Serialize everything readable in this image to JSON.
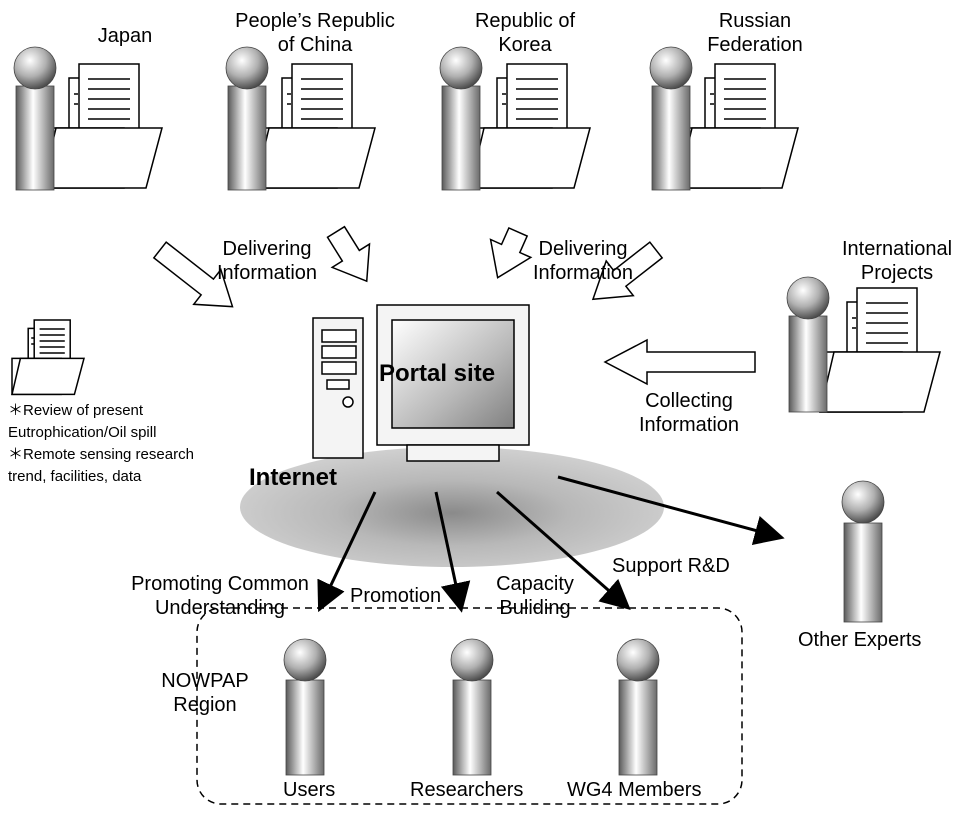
{
  "countries": {
    "japan": "Japan",
    "china_line1": "People’s Republic",
    "china_line2": "of China",
    "korea_line1": "Republic of",
    "korea_line2": "Korea",
    "russia_line1": "Russian",
    "russia_line2": "Federation"
  },
  "international": {
    "line1": "International",
    "line2": "Projects"
  },
  "flows": {
    "delivering_left_1": "Delivering",
    "delivering_left_2": "Information",
    "delivering_right_1": "Delivering",
    "delivering_right_2": "Information",
    "collecting_1": "Collecting",
    "collecting_2": "Information"
  },
  "center": {
    "portal": "Portal site",
    "internet": "Internet"
  },
  "notes": {
    "line1": "＊Review of present",
    "line2": "Eutrophication/Oil spill",
    "line3": "＊Remote sensing research",
    "line4": "trend, facilities, data"
  },
  "outputs": {
    "promoting_1": "Promoting Common",
    "promoting_2": "Understanding",
    "promotion": "Promotion",
    "capacity_1": "Capacity",
    "capacity_2": "Buliding",
    "support": "Support R&D"
  },
  "region": {
    "line1": "NOWPAP",
    "line2": "Region"
  },
  "people": {
    "users": "Users",
    "researchers": "Researchers",
    "wg4": "WG4 Members",
    "other": "Other Experts"
  }
}
